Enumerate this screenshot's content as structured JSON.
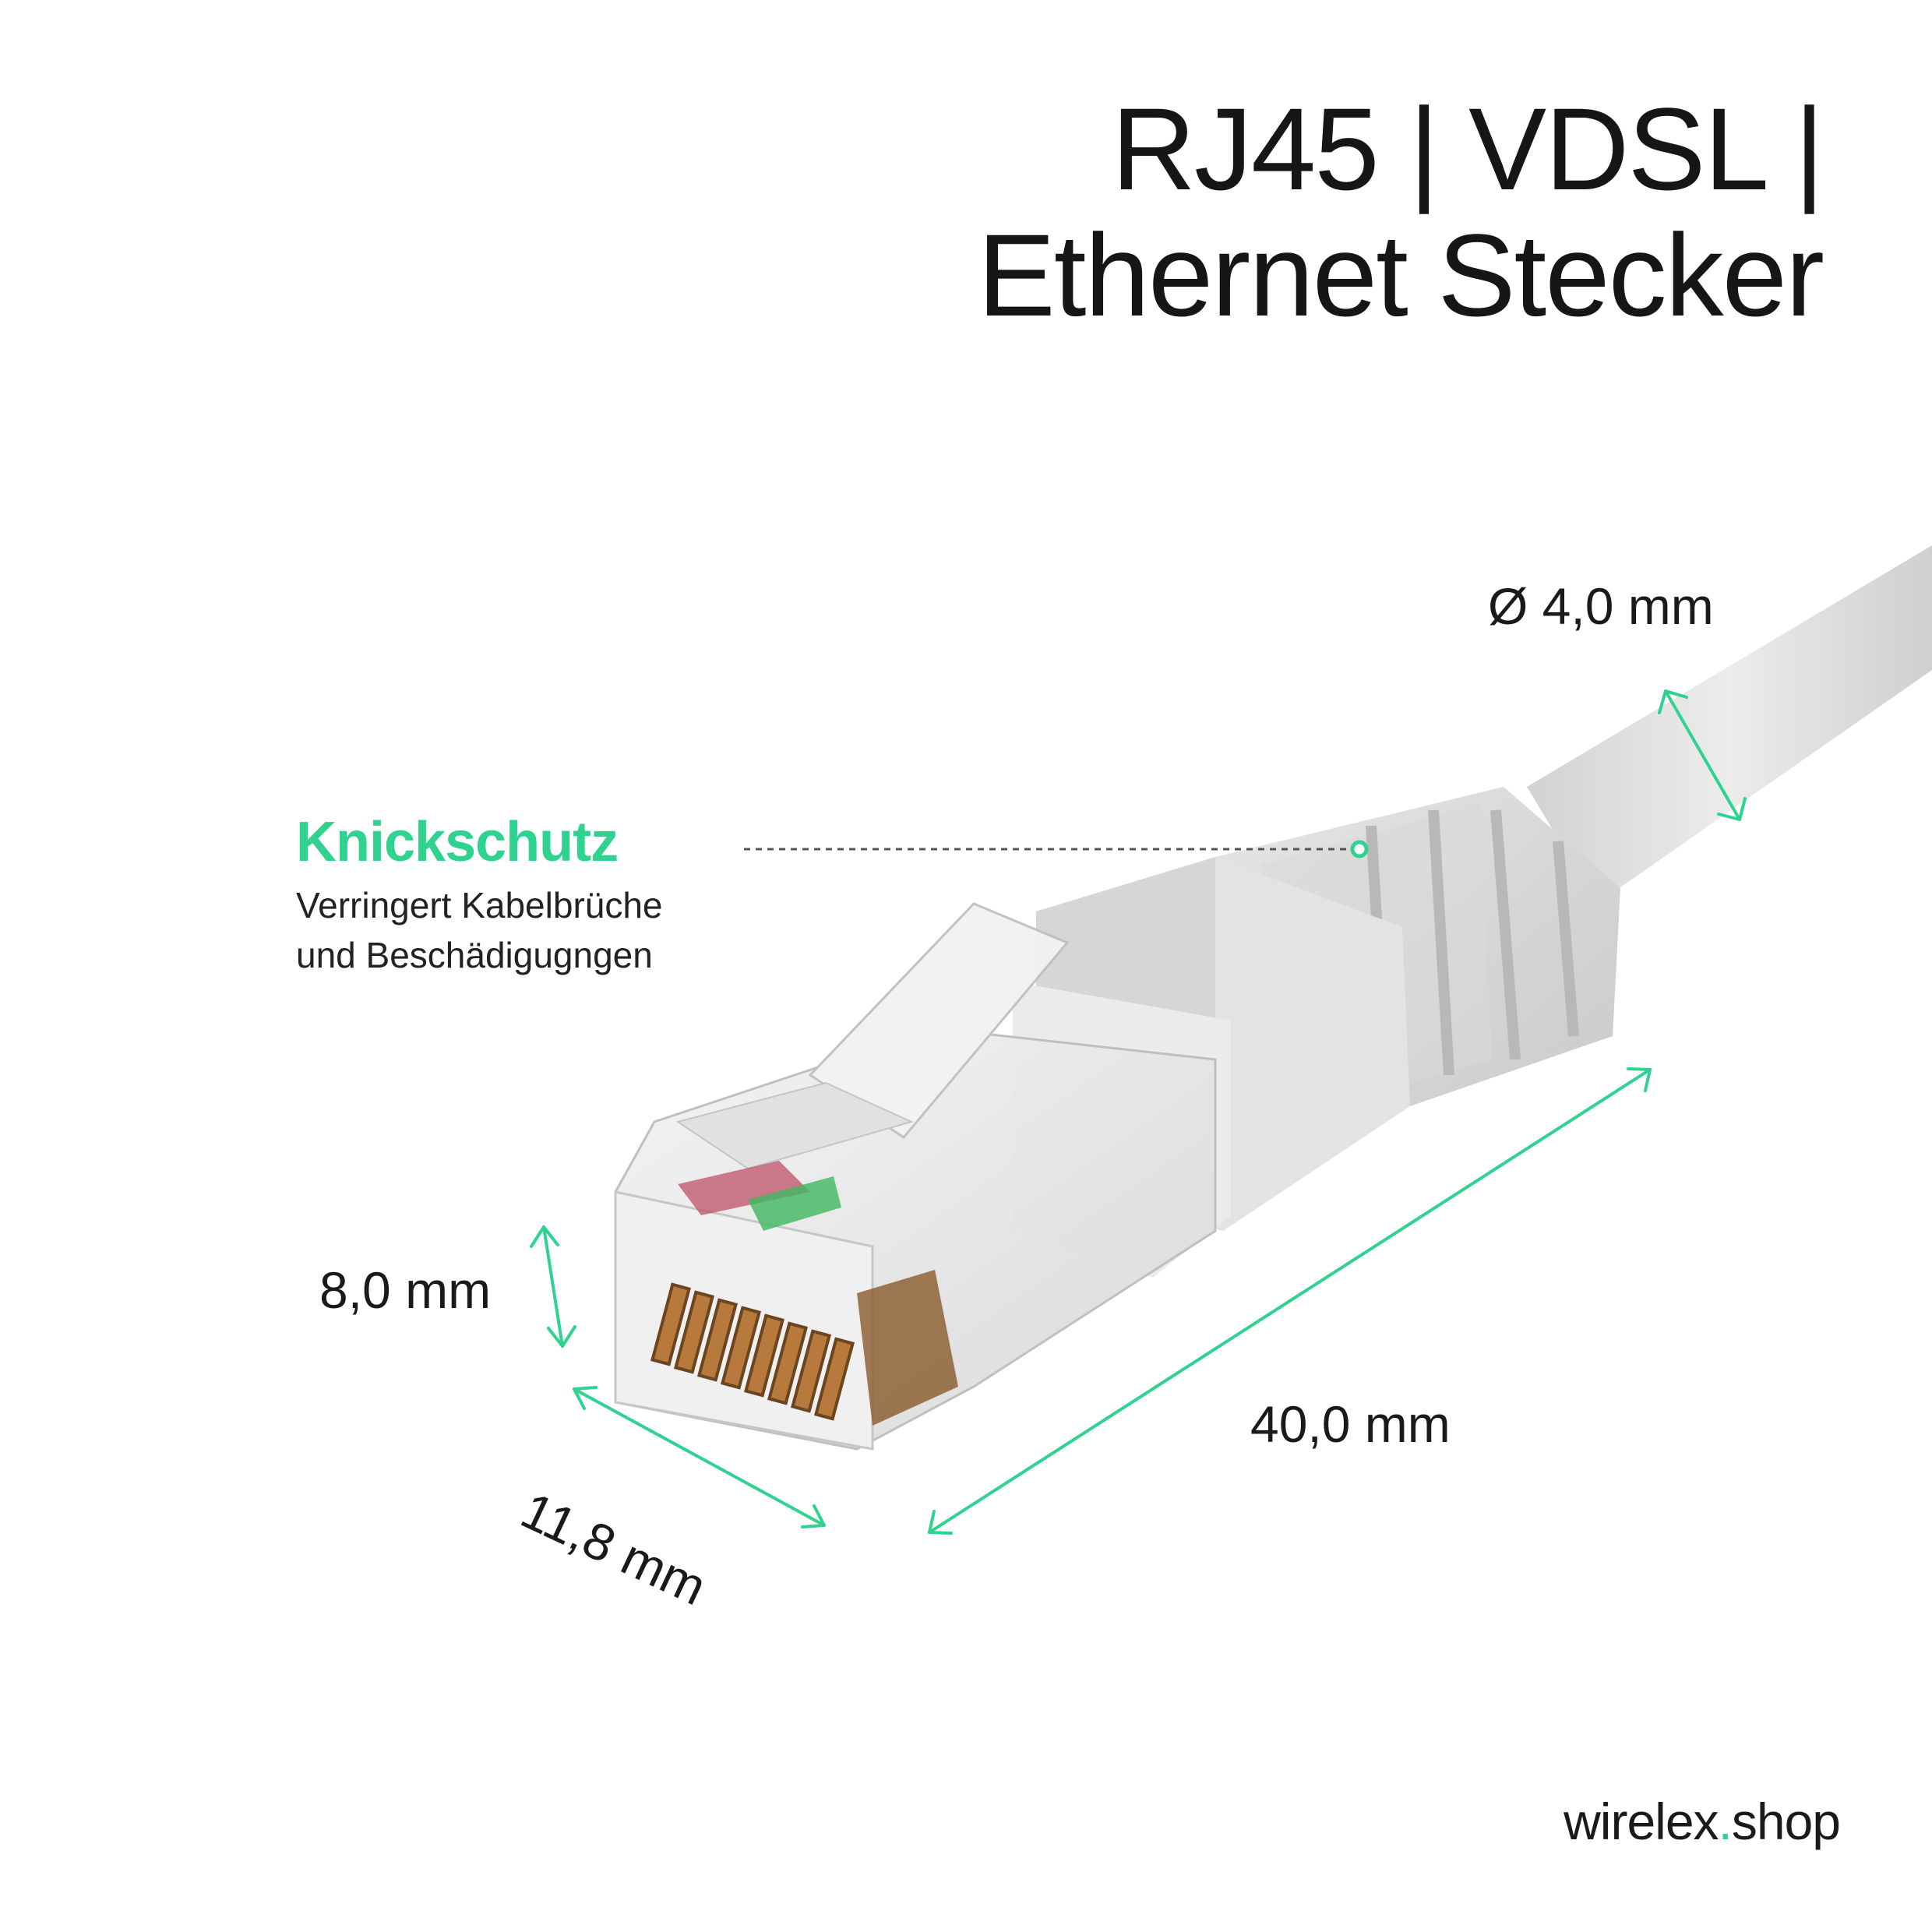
{
  "heading": {
    "line1": "RJ45 | VDSL |",
    "line2": "Ethernet Stecker"
  },
  "callout": {
    "title": "Knickschutz",
    "desc_line1": "Verringert Kabelbrüche",
    "desc_line2": "und Beschädigugngen"
  },
  "dimensions": {
    "diameter": "Ø 4,0 mm",
    "height": "8,0 mm",
    "width": "11,8 mm",
    "length": "40,0 mm"
  },
  "footer": {
    "brand": "wirelex",
    "dot": ".",
    "tld": "shop"
  },
  "colors": {
    "accent": "#2fd38f",
    "text": "#1a1a1a",
    "plug_body": "#dcdcdc",
    "contacts": "#b87a3c"
  }
}
